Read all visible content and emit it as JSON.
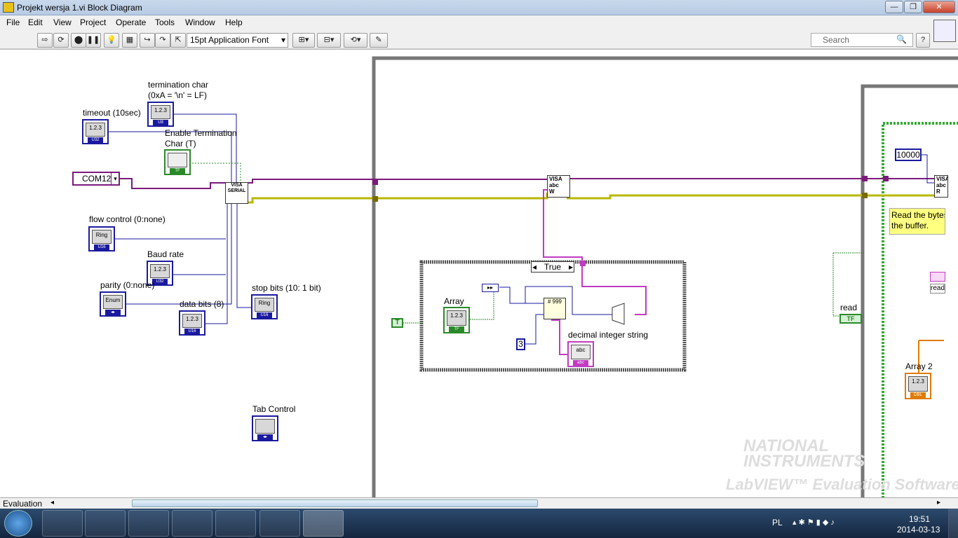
{
  "window": {
    "title": "Projekt wersja 1.vi Block Diagram",
    "buttons": [
      "—",
      "❐",
      "✕"
    ]
  },
  "menu": [
    "File",
    "Edit",
    "View",
    "Project",
    "Operate",
    "Tools",
    "Window",
    "Help"
  ],
  "toolbar": {
    "font": "15pt Application Font",
    "search_placeholder": "Search",
    "help": "?"
  },
  "diagram": {
    "controls": [
      {
        "id": "termchar",
        "label": "termination char\n(0xA = '\\n' = LF)",
        "text": "1.2.3",
        "tag": "U8"
      },
      {
        "id": "timeout",
        "label": "timeout (10sec)",
        "text": "1.2.3",
        "tag": "U32"
      },
      {
        "id": "enable",
        "label": "Enable Termination\nChar (T)",
        "text": "",
        "tag": "TF"
      },
      {
        "id": "flow",
        "label": "flow control (0:none)",
        "text": "Ring",
        "tag": "U16"
      },
      {
        "id": "baud",
        "label": "Baud rate",
        "text": "1.2.3",
        "tag": "U32"
      },
      {
        "id": "parity",
        "label": "parity (0:none)",
        "text": "Enum",
        "tag": "◂▸"
      },
      {
        "id": "databits",
        "label": "data bits (8)",
        "text": "1.2.3",
        "tag": "U16"
      },
      {
        "id": "stopbits",
        "label": "stop bits (10: 1 bit)",
        "text": "Ring",
        "tag": "U16"
      },
      {
        "id": "tabctl",
        "label": "Tab Control",
        "text": "",
        "tag": "◂▸"
      }
    ],
    "com_port": "COM12",
    "visa_serial": "VISA\nSERIAL",
    "visa_write": "VISA\nabc\nW",
    "visa_read": "VISA\nabc\nR",
    "case_selector": "True",
    "array_label": "Array",
    "array2_label": "Array 2",
    "const_3": "3",
    "const_10000": "10000",
    "bool_T": "T",
    "decimal_label": "decimal integer string",
    "read_label": "read",
    "read_note": "Read the bytes\nthe buffer.",
    "read_small": "read",
    "watermark_line1": "NATIONAL\nINSTRUMENTS",
    "watermark_line2": "LabVIEW™ Evaluation Software"
  },
  "statusbar": {
    "label": "Evaluation"
  },
  "taskbar": {
    "lang": "PL",
    "time": "19:51",
    "date": "2014-03-13"
  }
}
